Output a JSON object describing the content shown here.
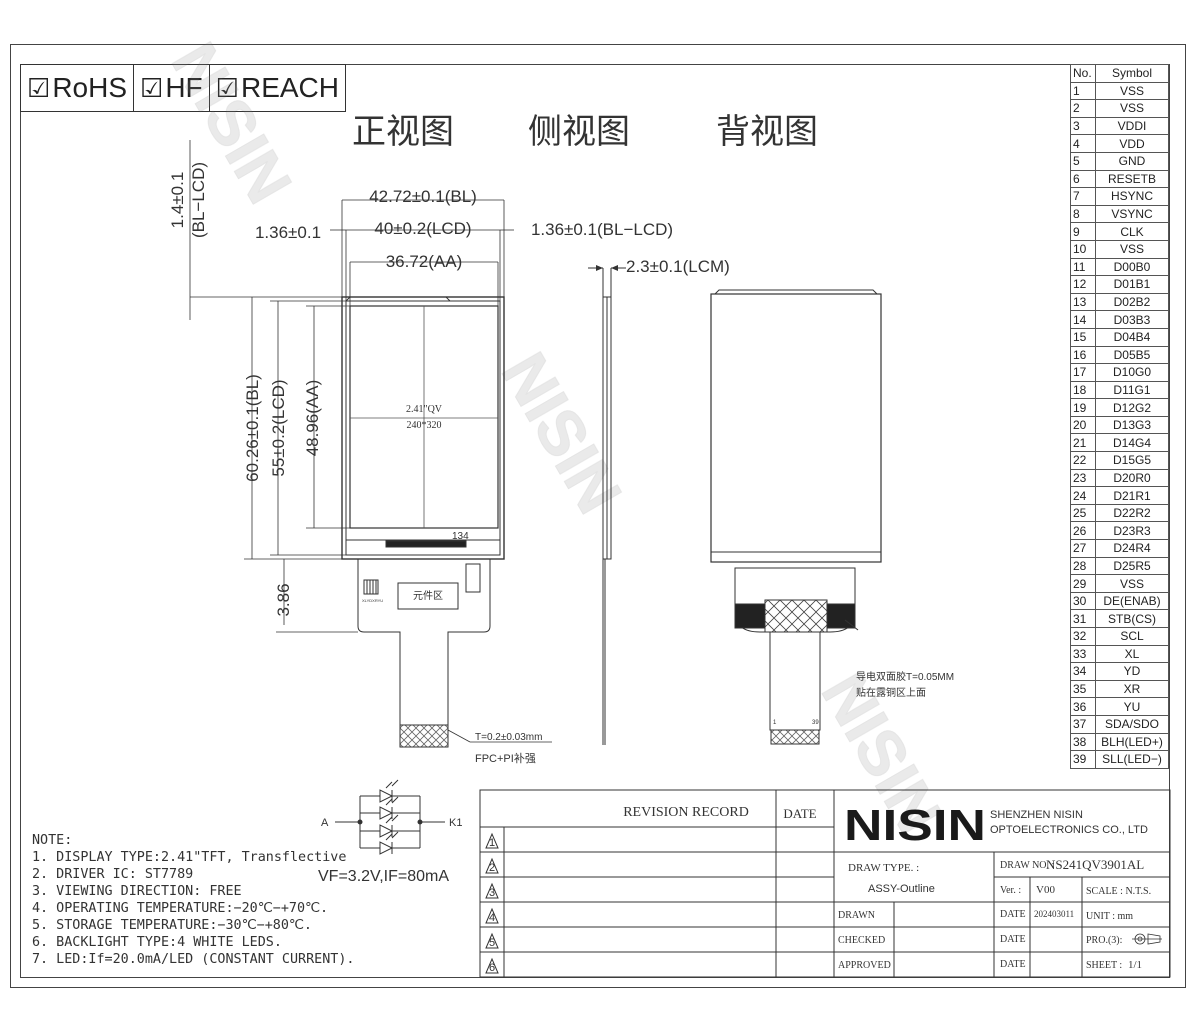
{
  "badges": [
    "RoHS",
    "HF",
    "REACH"
  ],
  "badge_check": "☑",
  "views": {
    "front": "正视图",
    "side": "侧视图",
    "back": "背视图"
  },
  "watermark": "NISIN",
  "dims": {
    "d_1_4": "1.4±0.1",
    "d_bl_lcd_v": "(BL−LCD)",
    "d_42_72": "42.72±0.1(BL)",
    "d_1_36_l": "1.36±0.1",
    "d_40": "40±0.2(LCD)",
    "d_1_36_r": "1.36±0.1(BL−LCD)",
    "d_36_72": "36.72(AA)",
    "d_2_3": "2.3±0.1(LCM)",
    "d_60_26": "60.26±0.1(BL)",
    "d_55": "55±0.2(LCD)",
    "d_48_96": "48.96(AA)",
    "d_3_86": "3.86"
  },
  "panel": {
    "line1": "2.41\"QV",
    "line2": "240*320",
    "pin134": "134",
    "component_area": "元件区",
    "tab_labels": "XLYDXRYU"
  },
  "fpc": {
    "thickness": "T=0.2±0.03mm",
    "stiffener": "FPC+PI补强"
  },
  "back": {
    "tape1": "导电双面胶T=0.05MM",
    "tape2": "贴在露铜区上面",
    "pin1": "1",
    "pin39": "39"
  },
  "led": {
    "a": "A",
    "k": "K1",
    "note": "VF=3.2V,IF=80mA"
  },
  "pins": {
    "headers": [
      "No.",
      "Symbol"
    ],
    "rows": [
      [
        "1",
        "VSS"
      ],
      [
        "2",
        "VSS"
      ],
      [
        "3",
        "VDDI"
      ],
      [
        "4",
        "VDD"
      ],
      [
        "5",
        "GND"
      ],
      [
        "6",
        "RESETB"
      ],
      [
        "7",
        "HSYNC"
      ],
      [
        "8",
        "VSYNC"
      ],
      [
        "9",
        "CLK"
      ],
      [
        "10",
        "VSS"
      ],
      [
        "11",
        "D00B0"
      ],
      [
        "12",
        "D01B1"
      ],
      [
        "13",
        "D02B2"
      ],
      [
        "14",
        "D03B3"
      ],
      [
        "15",
        "D04B4"
      ],
      [
        "16",
        "D05B5"
      ],
      [
        "17",
        "D10G0"
      ],
      [
        "18",
        "D11G1"
      ],
      [
        "19",
        "D12G2"
      ],
      [
        "20",
        "D13G3"
      ],
      [
        "21",
        "D14G4"
      ],
      [
        "22",
        "D15G5"
      ],
      [
        "23",
        "D20R0"
      ],
      [
        "24",
        "D21R1"
      ],
      [
        "25",
        "D22R2"
      ],
      [
        "26",
        "D23R3"
      ],
      [
        "27",
        "D24R4"
      ],
      [
        "28",
        "D25R5"
      ],
      [
        "29",
        "VSS"
      ],
      [
        "30",
        "DE(ENAB)"
      ],
      [
        "31",
        "STB(CS)"
      ],
      [
        "32",
        "SCL"
      ],
      [
        "33",
        "XL"
      ],
      [
        "34",
        "YD"
      ],
      [
        "35",
        "XR"
      ],
      [
        "36",
        "YU"
      ],
      [
        "37",
        "SDA/SDO"
      ],
      [
        "38",
        "BLH(LED+)"
      ],
      [
        "39",
        "SLL(LED−)"
      ]
    ]
  },
  "notes": [
    "NOTE:",
    "1. DISPLAY TYPE:2.41\"TFT, Transflective",
    "2. DRIVER IC: ST7789",
    "3. VIEWING DIRECTION: FREE",
    "4. OPERATING TEMPERATURE:−20℃−+70℃.",
    "5. STORAGE TEMPERATURE:−30℃−+80℃.",
    "6. BACKLIGHT TYPE:4 WHITE LEDS.",
    "7. LED:If=20.0mA/LED (CONSTANT CURRENT)."
  ],
  "title_block": {
    "revision_record": "REVISION RECORD",
    "date": "DATE",
    "rev_marks": [
      "1",
      "2",
      "3",
      "4",
      "5",
      "6"
    ],
    "logo": "NISIN",
    "company1": "SHENZHEN NISIN",
    "company2": "OPTOELECTRONICS CO., LTD",
    "draw_type_label": "DRAW TYPE. :",
    "draw_type": "ASSY-Outline",
    "draw_no_label": "DRAW NO. :",
    "draw_no": "NS241QV3901AL",
    "ver_label": "Ver. :",
    "ver": "V00",
    "scale": "SCALE : N.T.S.",
    "drawn": "DRAWN",
    "checked": "CHECKED",
    "approved": "APPROVED",
    "date_value": "202403011",
    "unit": "UNIT : mm",
    "proj": "PRO.(3):",
    "sheet": "SHEET :",
    "sheet_value": "1/1"
  }
}
